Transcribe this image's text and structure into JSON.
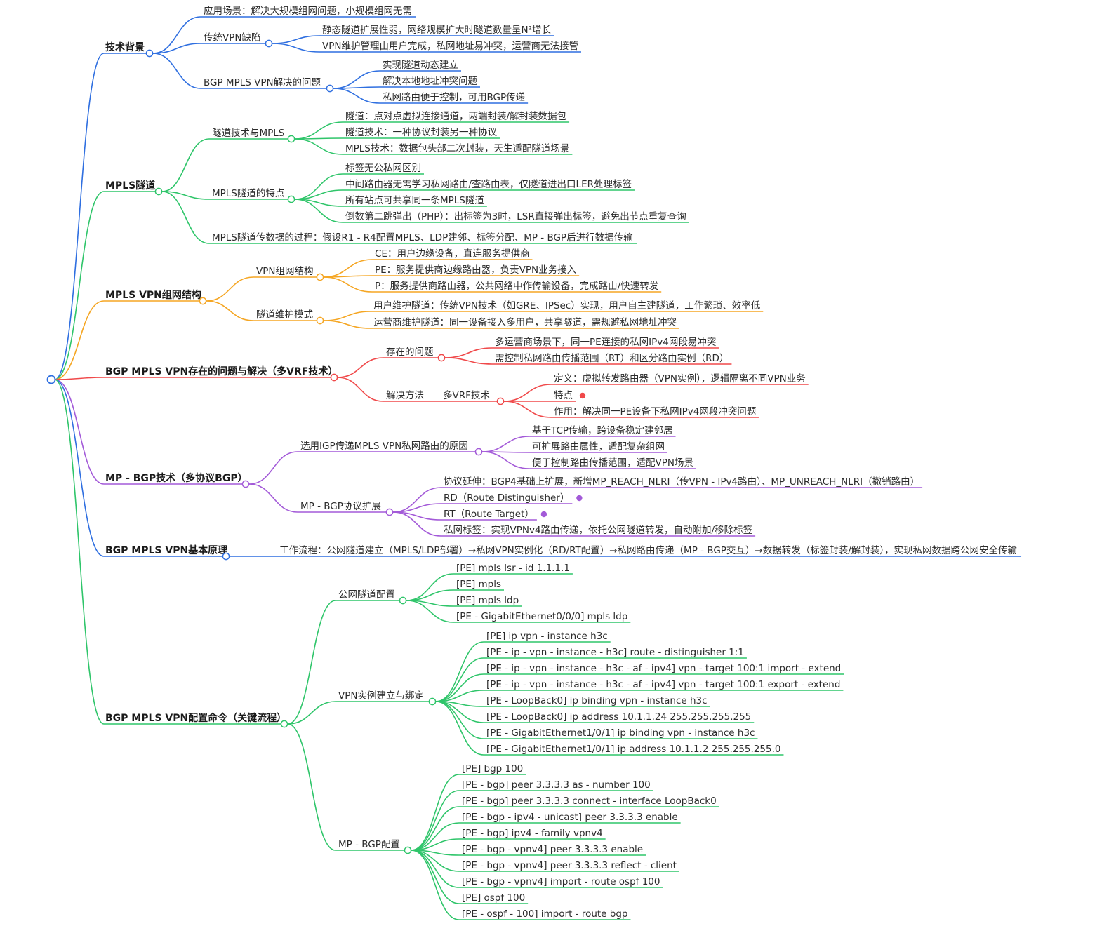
{
  "colors": {
    "blue": "#2f6fe0",
    "green": "#2fc56a",
    "orange": "#f5a623",
    "red": "#f0494a",
    "purple": "#a35ad8",
    "link_gray": "#888888",
    "text": "#2b2b2b"
  },
  "mindmap": {
    "root_icon": "root-node-icon",
    "branches": [
      {
        "label": "技术背景",
        "color": "blue",
        "children": [
          {
            "label": "应用场景：解决大规模组网问题，小规模组网无需",
            "children": []
          },
          {
            "label": "传统VPN缺陷",
            "children": [
              {
                "label": "静态隧道扩展性弱，网络规模扩大时隧道数量呈N²增长"
              },
              {
                "label": "VPN维护管理由用户完成，私网地址易冲突，运营商无法接管"
              }
            ]
          },
          {
            "label": "BGP MPLS VPN解决的问题",
            "children": [
              {
                "label": "实现隧道动态建立"
              },
              {
                "label": "解决本地地址冲突问题"
              },
              {
                "label": "私网路由便于控制，可用BGP传递"
              }
            ]
          }
        ]
      },
      {
        "label": "MPLS隧道",
        "color": "green",
        "children": [
          {
            "label": "隧道技术与MPLS",
            "children": [
              {
                "label": "隧道：点对点虚拟连接通道，两端封装/解封装数据包"
              },
              {
                "label": "隧道技术：一种协议封装另一种协议"
              },
              {
                "label": "MPLS技术：数据包头部二次封装，天生适配隧道场景"
              }
            ]
          },
          {
            "label": "MPLS隧道的特点",
            "children": [
              {
                "label": "标签无公私网区别"
              },
              {
                "label": "中间路由器无需学习私网路由/查路由表，仅隧道进出口LER处理标签"
              },
              {
                "label": "所有站点可共享同一条MPLS隧道"
              },
              {
                "label": "倒数第二跳弹出（PHP）：出标签为3时，LSR直接弹出标签，避免出节点重复查询"
              }
            ]
          },
          {
            "label": "MPLS隧道传数据的过程：假设R1 - R4配置MPLS、LDP建邻、标签分配、MP - BGP后进行数据传输",
            "children": []
          }
        ]
      },
      {
        "label": "MPLS VPN组网结构",
        "color": "orange",
        "children": [
          {
            "label": "VPN组网结构",
            "children": [
              {
                "label": "CE：用户边缘设备，直连服务提供商"
              },
              {
                "label": "PE：服务提供商边缘路由器，负责VPN业务接入"
              },
              {
                "label": "P：服务提供商路由器，公共网络中作传输设备，完成路由/快速转发"
              }
            ]
          },
          {
            "label": "隧道维护模式",
            "children": [
              {
                "label": "用户维护隧道：传统VPN技术（如GRE、IPSec）实现，用户自主建隧道，工作繁琐、效率低"
              },
              {
                "label": "运营商维护隧道：同一设备接入多用户，共享隧道，需规避私网地址冲突"
              }
            ]
          }
        ]
      },
      {
        "label": "BGP MPLS VPN存在的问题与解决（多VRF技术）",
        "color": "red",
        "children": [
          {
            "label": "存在的问题",
            "children": [
              {
                "label": "多运营商场景下，同一PE连接的私网IPv4网段易冲突"
              },
              {
                "label": "需控制私网路由传播范围（RT）和区分路由实例（RD）"
              }
            ]
          },
          {
            "label": "解决方法——多VRF技术",
            "children": [
              {
                "label": "定义：虚拟转发路由器（VPN实例），逻辑隔离不同VPN业务"
              },
              {
                "label": "特点",
                "dot": true
              },
              {
                "label": "作用：解决同一PE设备下私网IPv4网段冲突问题"
              }
            ]
          }
        ]
      },
      {
        "label": "MP - BGP技术（多协议BGP）",
        "color": "purple",
        "children": [
          {
            "label": "选用IGP传递MPLS VPN私网路由的原因",
            "children": [
              {
                "label": "基于TCP传输，跨设备稳定建邻居"
              },
              {
                "label": "可扩展路由属性，适配复杂组网"
              },
              {
                "label": "便于控制路由传播范围，适配VPN场景"
              }
            ]
          },
          {
            "label": "MP - BGP协议扩展",
            "children": [
              {
                "label": "协议延伸：BGP4基础上扩展，新增MP_REACH_NLRI（传VPN - IPv4路由）、MP_UNREACH_NLRI（撤销路由）"
              },
              {
                "label": "RD（Route Distinguisher）",
                "dot": true
              },
              {
                "label": "RT（Route Target）",
                "dot": true
              },
              {
                "label": "私网标签：实现VPNv4路由传递，依托公网隧道转发，自动附加/移除标签"
              }
            ]
          }
        ]
      },
      {
        "label": "BGP MPLS VPN基本原理",
        "color": "blue",
        "children": [
          {
            "label": "工作流程：公网隧道建立（MPLS/LDP部署）→私网VPN实例化（RD/RT配置）→私网路由传递（MP - BGP交互）→数据转发（标签封装/解封装），实现私网数据跨公网安全传输",
            "children": []
          }
        ]
      },
      {
        "label": "BGP MPLS VPN配置命令（关键流程）",
        "color": "green",
        "children": [
          {
            "label": "公网隧道配置",
            "children": [
              {
                "label": "[PE] mpls lsr - id 1.1.1.1"
              },
              {
                "label": "[PE] mpls"
              },
              {
                "label": "[PE] mpls ldp"
              },
              {
                "label": "[PE - GigabitEthernet0/0/0] mpls ldp"
              }
            ]
          },
          {
            "label": "VPN实例建立与绑定",
            "children": [
              {
                "label": "[PE] ip vpn - instance h3c"
              },
              {
                "label": "[PE - ip - vpn - instance - h3c] route - distinguisher 1:1"
              },
              {
                "label": "[PE - ip - vpn - instance - h3c - af - ipv4] vpn - target 100:1 import - extend"
              },
              {
                "label": "[PE - ip - vpn - instance - h3c - af - ipv4] vpn - target 100:1 export - extend"
              },
              {
                "label": "[PE - LoopBack0] ip binding vpn - instance h3c"
              },
              {
                "label": "[PE - LoopBack0] ip address 10.1.1.24 255.255.255.255"
              },
              {
                "label": "[PE - GigabitEthernet1/0/1] ip binding vpn - instance h3c"
              },
              {
                "label": "[PE - GigabitEthernet1/0/1] ip address 10.1.1.2 255.255.255.0"
              }
            ]
          },
          {
            "label": "MP - BGP配置",
            "children": [
              {
                "label": "[PE] bgp 100"
              },
              {
                "label": "[PE - bgp] peer 3.3.3.3 as - number 100"
              },
              {
                "label": "[PE - bgp] peer 3.3.3.3 connect - interface LoopBack0"
              },
              {
                "label": "[PE - bgp - ipv4 - unicast] peer 3.3.3.3 enable"
              },
              {
                "label": "[PE - bgp] ipv4 - family vpnv4"
              },
              {
                "label": "[PE - bgp - vpnv4] peer 3.3.3.3 enable"
              },
              {
                "label": "[PE - bgp - vpnv4] peer 3.3.3.3 reflect - client"
              },
              {
                "label": "[PE - bgp - vpnv4] import - route ospf 100"
              },
              {
                "label": "[PE] ospf 100"
              },
              {
                "label": "[PE - ospf - 100] import - route bgp"
              }
            ]
          }
        ]
      }
    ]
  }
}
